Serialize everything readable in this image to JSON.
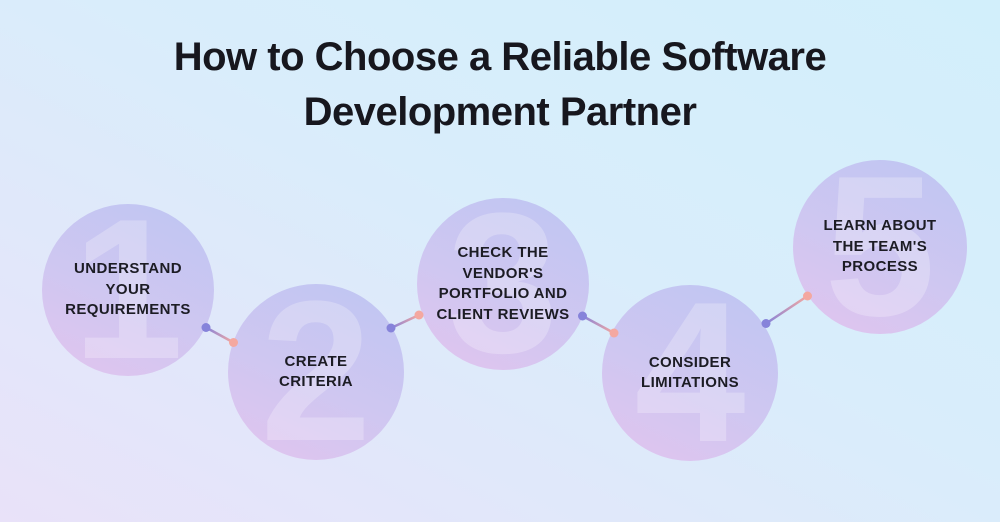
{
  "title": {
    "text": "How to Choose a Reliable Software\nDevelopment Partner"
  },
  "steps": [
    {
      "number": "1",
      "label": "UNDERSTAND\nYOUR\nREQUIREMENTS"
    },
    {
      "number": "2",
      "label": "CREATE\nCRITERIA"
    },
    {
      "number": "3",
      "label": "CHECK THE\nVENDOR'S\nPORTFOLIO AND\nCLIENT REVIEWS"
    },
    {
      "number": "4",
      "label": "CONSIDER\nLIMITATIONS"
    },
    {
      "number": "5",
      "label": "LEARN ABOUT\nTHE TEAM'S\nPROCESS"
    }
  ],
  "colors": {
    "background_top_right": "#d2effb",
    "background_bottom_left": "#e9e2f9",
    "circle_gradient_top": "#bec5f2",
    "circle_gradient_bottom": "#e2c4ee",
    "watermark_number": "rgba(255,255,255,0.25)",
    "label_text": "#1c1c24",
    "title_text": "#17171e",
    "connector_purple": "#8683da",
    "connector_salmon": "#f4a8a0"
  }
}
